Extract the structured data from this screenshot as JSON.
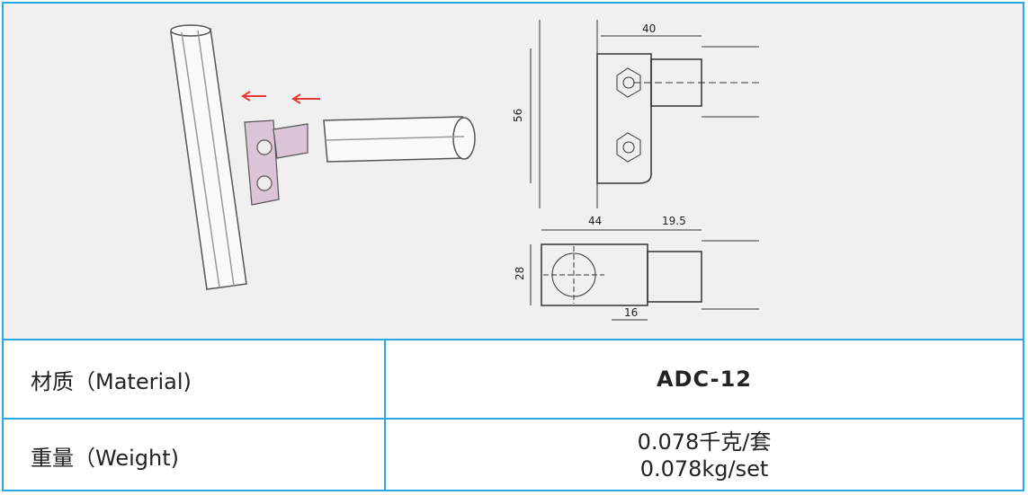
{
  "drawing": {
    "dimensions": {
      "top_width": "40",
      "top_height": "56",
      "bottom_width": "44",
      "bottom_offset": "19.5",
      "bottom_height": "28",
      "bottom_gap": "16"
    }
  },
  "table": {
    "rows": [
      {
        "label": "材质（Material)",
        "values": [
          "ADC-12"
        ]
      },
      {
        "label": "重量（Weight)",
        "values": [
          "0.078千克/套",
          "0.078kg/set"
        ]
      }
    ]
  },
  "colors": {
    "border": "#2aa8e6",
    "arrow": "#e53935",
    "part": "#c9a9c4"
  }
}
